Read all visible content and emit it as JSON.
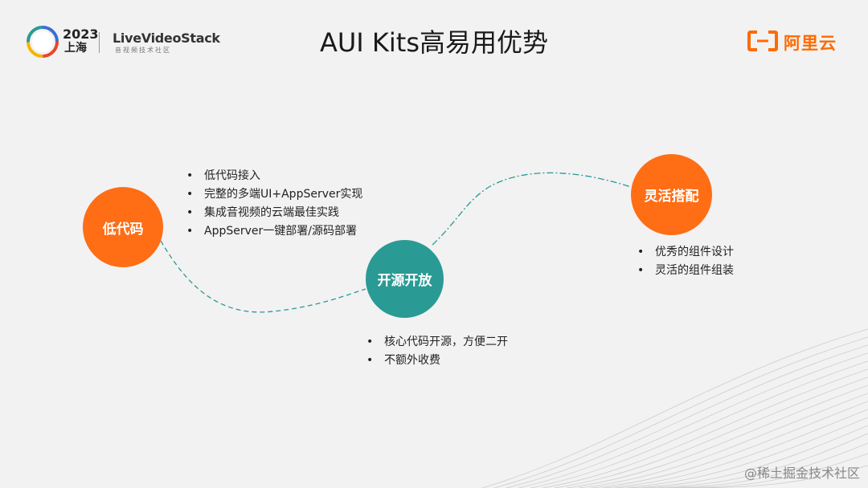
{
  "header": {
    "conference_year": "2023",
    "conference_city": "上海",
    "community_name": "LiveVideoStack",
    "community_subtitle": "音视频技术社区",
    "title": "AUI Kits高易用优势",
    "brand_name": "阿里云"
  },
  "nodes": [
    {
      "label": "低代码",
      "points": [
        "低代码接入",
        "完整的多端UI+AppServer实现",
        "集成音视频的云端最佳实践",
        "AppServer一键部署/源码部署"
      ]
    },
    {
      "label": "开源开放",
      "points": [
        "核心代码开源，方便二开",
        "不额外收费"
      ]
    },
    {
      "label": "灵活搭配",
      "points": [
        "优秀的组件设计",
        "灵活的组件组装"
      ]
    }
  ],
  "watermark": "@稀土掘金技术社区",
  "colors": {
    "orange": "#ff6d14",
    "teal": "#2a9a94",
    "brand": "#ff6a00"
  }
}
